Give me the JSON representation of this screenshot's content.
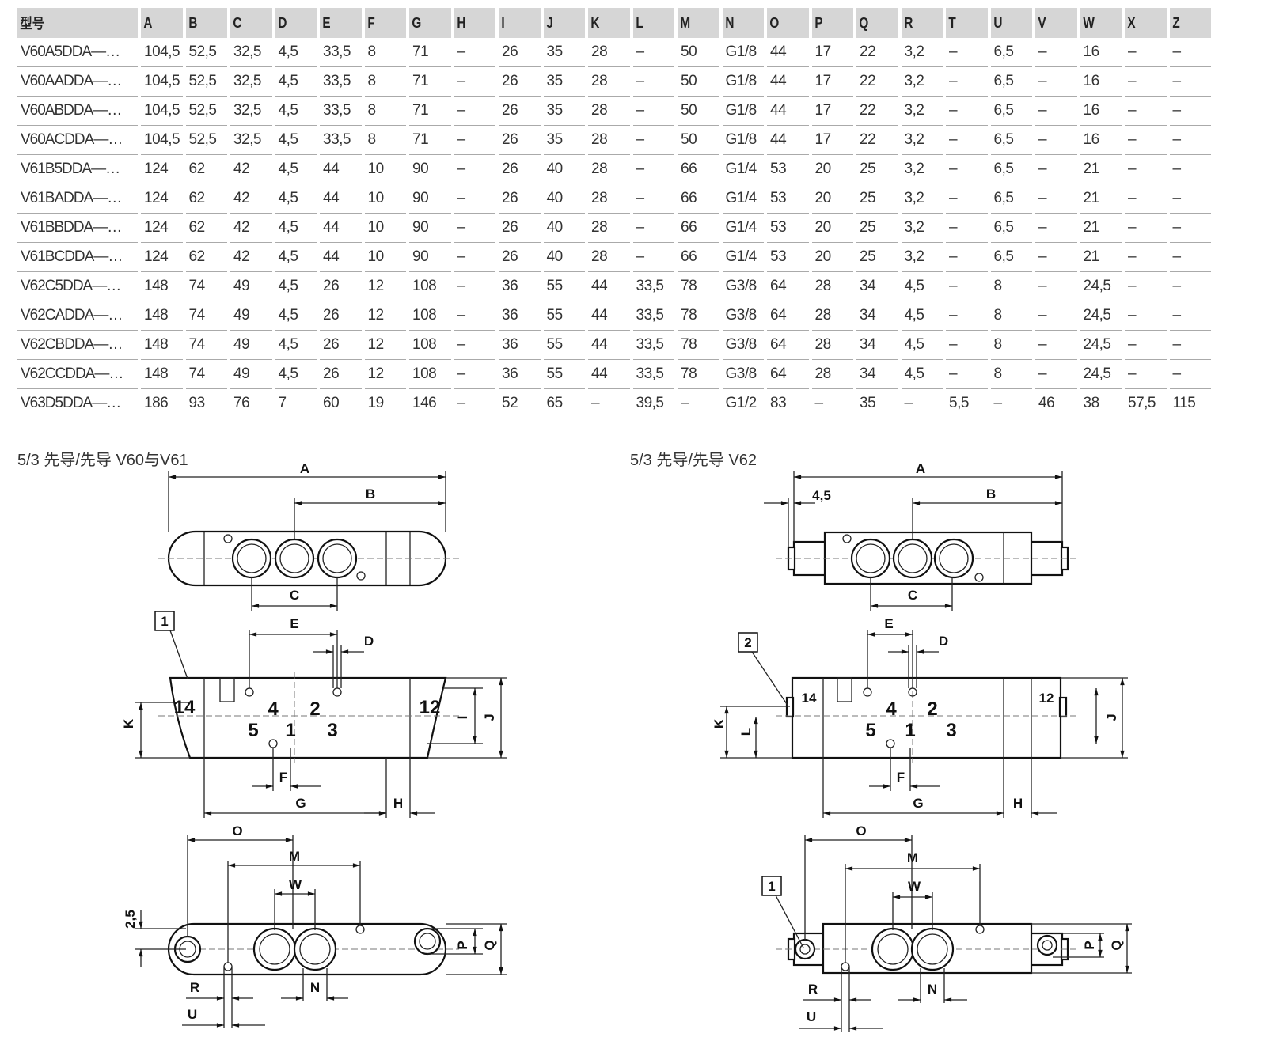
{
  "table": {
    "headers": [
      "型号",
      "A",
      "B",
      "C",
      "D",
      "E",
      "F",
      "G",
      "H",
      "I",
      "J",
      "K",
      "L",
      "M",
      "N",
      "O",
      "P",
      "Q",
      "R",
      "T",
      "U",
      "V",
      "W",
      "X",
      "Z"
    ],
    "rows": [
      [
        "V60A5DDA—…",
        "104,5",
        "52,5",
        "32,5",
        "4,5",
        "33,5",
        "8",
        "71",
        "–",
        "26",
        "35",
        "28",
        "–",
        "50",
        "G1/8",
        "44",
        "17",
        "22",
        "3,2",
        "–",
        "6,5",
        "–",
        "16",
        "–",
        "–"
      ],
      [
        "V60AADDA—…",
        "104,5",
        "52,5",
        "32,5",
        "4,5",
        "33,5",
        "8",
        "71",
        "–",
        "26",
        "35",
        "28",
        "–",
        "50",
        "G1/8",
        "44",
        "17",
        "22",
        "3,2",
        "–",
        "6,5",
        "–",
        "16",
        "–",
        "–"
      ],
      [
        "V60ABDDA—…",
        "104,5",
        "52,5",
        "32,5",
        "4,5",
        "33,5",
        "8",
        "71",
        "–",
        "26",
        "35",
        "28",
        "–",
        "50",
        "G1/8",
        "44",
        "17",
        "22",
        "3,2",
        "–",
        "6,5",
        "–",
        "16",
        "–",
        "–"
      ],
      [
        "V60ACDDA—…",
        "104,5",
        "52,5",
        "32,5",
        "4,5",
        "33,5",
        "8",
        "71",
        "–",
        "26",
        "35",
        "28",
        "–",
        "50",
        "G1/8",
        "44",
        "17",
        "22",
        "3,2",
        "–",
        "6,5",
        "–",
        "16",
        "–",
        "–"
      ],
      [
        "V61B5DDA—…",
        "124",
        "62",
        "42",
        "4,5",
        "44",
        "10",
        "90",
        "–",
        "26",
        "40",
        "28",
        "–",
        "66",
        "G1/4",
        "53",
        "20",
        "25",
        "3,2",
        "–",
        "6,5",
        "–",
        "21",
        "–",
        "–"
      ],
      [
        "V61BADDA—…",
        "124",
        "62",
        "42",
        "4,5",
        "44",
        "10",
        "90",
        "–",
        "26",
        "40",
        "28",
        "–",
        "66",
        "G1/4",
        "53",
        "20",
        "25",
        "3,2",
        "–",
        "6,5",
        "–",
        "21",
        "–",
        "–"
      ],
      [
        "V61BBDDA—…",
        "124",
        "62",
        "42",
        "4,5",
        "44",
        "10",
        "90",
        "–",
        "26",
        "40",
        "28",
        "–",
        "66",
        "G1/4",
        "53",
        "20",
        "25",
        "3,2",
        "–",
        "6,5",
        "–",
        "21",
        "–",
        "–"
      ],
      [
        "V61BCDDA—…",
        "124",
        "62",
        "42",
        "4,5",
        "44",
        "10",
        "90",
        "–",
        "26",
        "40",
        "28",
        "–",
        "66",
        "G1/4",
        "53",
        "20",
        "25",
        "3,2",
        "–",
        "6,5",
        "–",
        "21",
        "–",
        "–"
      ],
      [
        "V62C5DDA—…",
        "148",
        "74",
        "49",
        "4,5",
        "26",
        "12",
        "108",
        "–",
        "36",
        "55",
        "44",
        "33,5",
        "78",
        "G3/8",
        "64",
        "28",
        "34",
        "4,5",
        "–",
        "8",
        "–",
        "24,5",
        "–",
        "–"
      ],
      [
        "V62CADDA—…",
        "148",
        "74",
        "49",
        "4,5",
        "26",
        "12",
        "108",
        "–",
        "36",
        "55",
        "44",
        "33,5",
        "78",
        "G3/8",
        "64",
        "28",
        "34",
        "4,5",
        "–",
        "8",
        "–",
        "24,5",
        "–",
        "–"
      ],
      [
        "V62CBDDA—…",
        "148",
        "74",
        "49",
        "4,5",
        "26",
        "12",
        "108",
        "–",
        "36",
        "55",
        "44",
        "33,5",
        "78",
        "G3/8",
        "64",
        "28",
        "34",
        "4,5",
        "–",
        "8",
        "–",
        "24,5",
        "–",
        "–"
      ],
      [
        "V62CCDDA—…",
        "148",
        "74",
        "49",
        "4,5",
        "26",
        "12",
        "108",
        "–",
        "36",
        "55",
        "44",
        "33,5",
        "78",
        "G3/8",
        "64",
        "28",
        "34",
        "4,5",
        "–",
        "8",
        "–",
        "24,5",
        "–",
        "–"
      ],
      [
        "V63D5DDA—…",
        "186",
        "93",
        "76",
        "7",
        "60",
        "19",
        "146",
        "–",
        "52",
        "65",
        "–",
        "39,5",
        "–",
        "G1/2",
        "83",
        "–",
        "35",
        "–",
        "5,5",
        "–",
        "46",
        "38",
        "57,5",
        "115"
      ]
    ]
  },
  "drawings": {
    "left": {
      "title": "5/3 先导/先导 V60与V61",
      "dims": {
        "A": "A",
        "B": "B",
        "C": "C",
        "D": "D",
        "E": "E",
        "F": "F",
        "G": "G",
        "H": "H",
        "I": "I",
        "J": "J",
        "K": "K",
        "O": "O",
        "M": "M",
        "W": "W",
        "P": "P",
        "Q": "Q",
        "R": "R",
        "N": "N",
        "U": "U",
        "v25": "2,5"
      },
      "ports": {
        "p14": "14",
        "p12": "12",
        "p4": "4",
        "p2": "2",
        "p5": "5",
        "p1": "1",
        "p3": "3"
      },
      "callout": "1"
    },
    "right": {
      "title": "5/3 先导/先导 V62",
      "dims": {
        "A": "A",
        "B": "B",
        "C": "C",
        "D": "D",
        "E": "E",
        "F": "F",
        "G": "G",
        "H": "H",
        "J": "J",
        "K": "K",
        "L": "L",
        "O": "O",
        "M": "M",
        "W": "W",
        "P": "P",
        "Q": "Q",
        "R": "R",
        "N": "N",
        "U": "U",
        "v45": "4,5"
      },
      "ports": {
        "p14": "14",
        "p12": "12",
        "p4": "4",
        "p2": "2",
        "p5": "5",
        "p1": "1",
        "p3": "3"
      },
      "callout_side": "2",
      "callout_bottom": "1"
    }
  }
}
